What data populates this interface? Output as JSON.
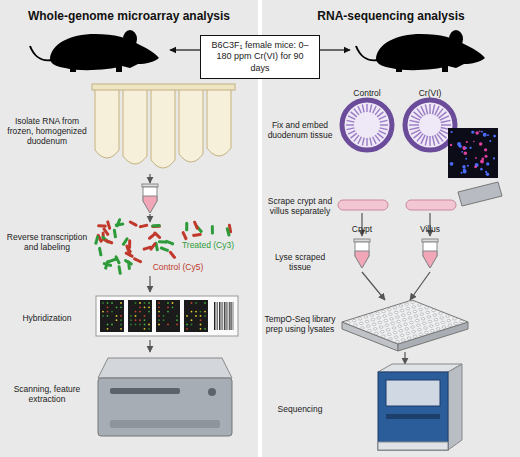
{
  "diagram": {
    "nodes": [
      {
        "text": [
          "Whole-genome microarray analysis"
        ]
      },
      {
        "text": [
          "RNA-sequencing analysis"
        ]
      },
      {
        "text": [
          "B6C3F₁ female mice: 0–180 ppm Cr(VI) for 90 days"
        ]
      }
    ],
    "labels": [
      "Isolate RNA from frozen, homogenized duodenum",
      "Reverse transcription and labeling",
      "Treated (Cy3)",
      "Control (Cy5)",
      "Hybridization",
      "Scanning, feature extraction",
      "Fix and embed duodenum tissue",
      "Control",
      "Cr(VI)",
      "Scrape crypt and villus separately",
      "Crypt",
      "Villus",
      "Lyse scraped tissue",
      "TempO-Seq library prep using lysates",
      "Sequencing"
    ]
  }
}
